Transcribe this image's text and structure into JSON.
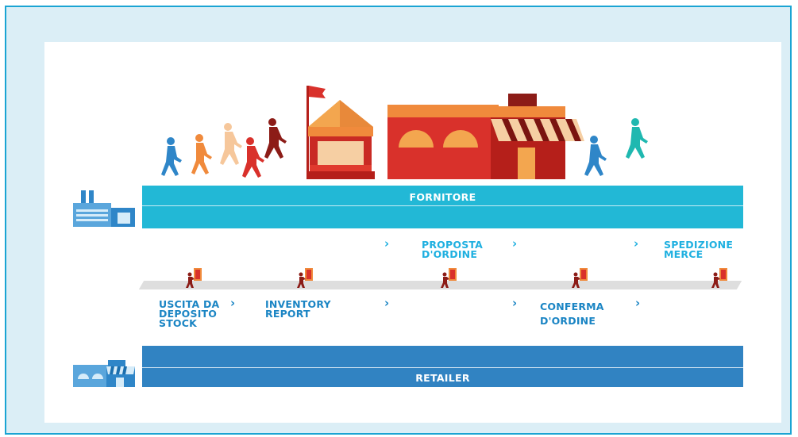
{
  "bands": {
    "supplier": "FORNITORE",
    "retailer": "RETAILER"
  },
  "steps_top": [
    {
      "label": "PROPOSTA\nD'ORDINE"
    },
    {
      "label": "SPEDIZIONE\nMERCE"
    }
  ],
  "steps_bottom": [
    {
      "label": "USCITA DA\nDEPOSITO\nSTOCK"
    },
    {
      "label": "INVENTORY\nREPORT"
    },
    {
      "label": "CONFERMA\nD'ORDINE"
    }
  ],
  "chevron": "›",
  "colors": {
    "frame_bg": "#dbeef6",
    "frame_border": "#1aa4d3",
    "supplier_band": "#22b8d6",
    "retailer_band": "#3183c2",
    "step_text": "#1b85c4",
    "building_red": "#d9312b",
    "building_orange": "#f08a3c"
  },
  "icons": [
    "factory-icon",
    "shop-icon",
    "walking-person-icon",
    "pushing-cart-person-icon",
    "flag-icon",
    "building-icon"
  ]
}
